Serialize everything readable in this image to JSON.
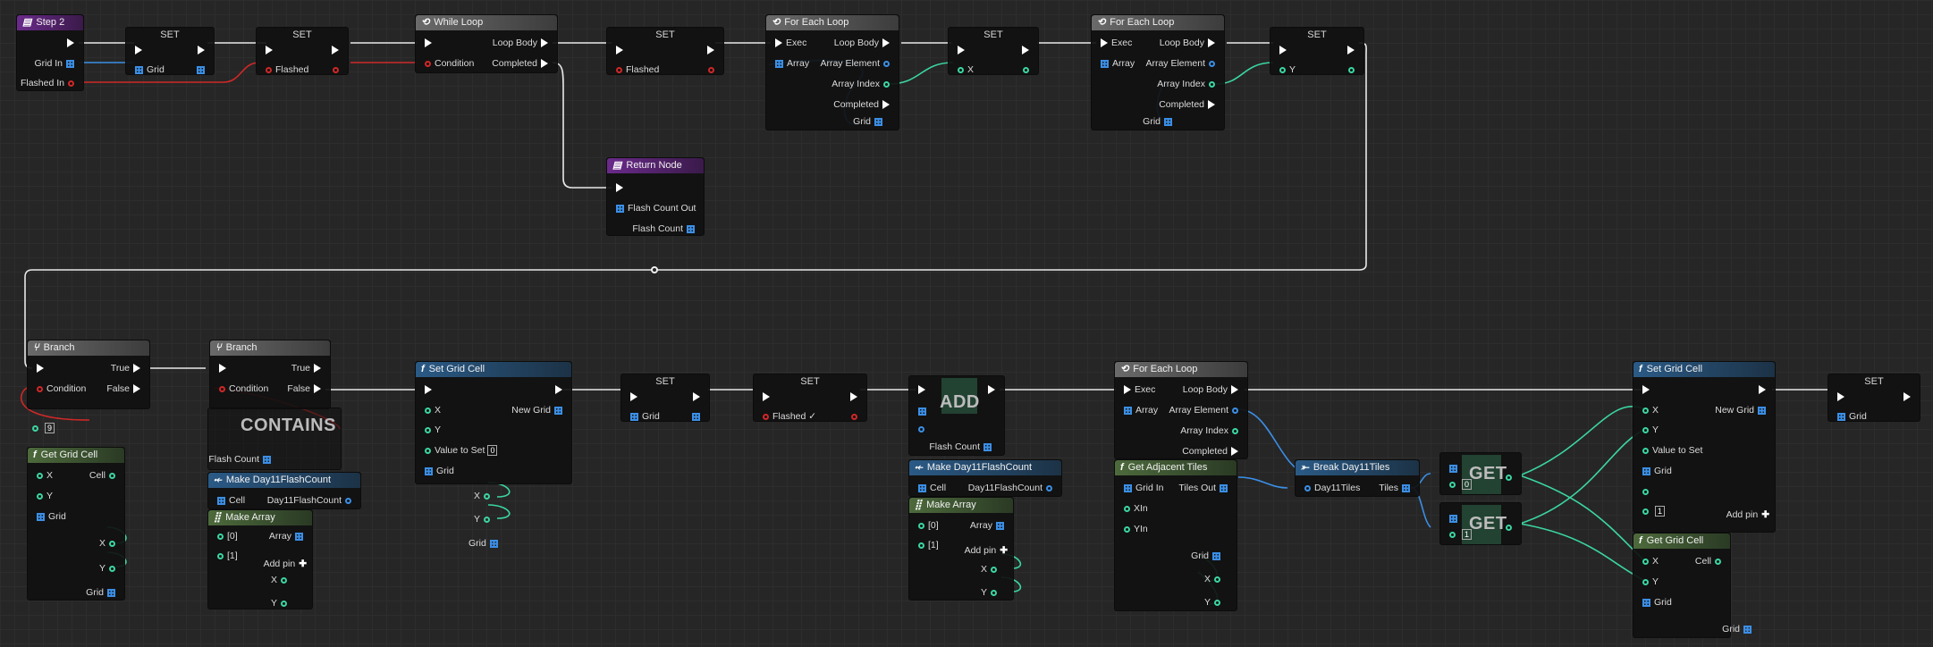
{
  "colors": {
    "exec": "#ffffff",
    "int": "#3bd6a3",
    "bool": "#d02828",
    "struct": "#3b8fe6",
    "bg": "#262626"
  },
  "nodes": {
    "step2": {
      "title": "Step 2",
      "pins": {
        "grid_in": "Grid In",
        "flashed_in": "Flashed In"
      }
    },
    "set_grid_top": {
      "title": "SET",
      "pin": "Grid"
    },
    "set_flashed_top": {
      "title": "SET",
      "pin": "Flashed"
    },
    "while_loop": {
      "title": "While Loop",
      "loop_body": "Loop Body",
      "condition": "Condition",
      "completed": "Completed"
    },
    "set_flashed_2": {
      "title": "SET",
      "pin": "Flashed"
    },
    "foreach_1": {
      "title": "For Each Loop",
      "exec": "Exec",
      "loop_body": "Loop Body",
      "array": "Array",
      "array_element": "Array Element",
      "array_index": "Array Index",
      "completed": "Completed",
      "grid": "Grid"
    },
    "set_x": {
      "title": "SET",
      "pin": "X"
    },
    "foreach_2": {
      "title": "For Each Loop",
      "exec": "Exec",
      "loop_body": "Loop Body",
      "array": "Array",
      "array_element": "Array Element",
      "array_index": "Array Index",
      "completed": "Completed",
      "grid": "Grid"
    },
    "set_y": {
      "title": "SET",
      "pin": "Y"
    },
    "return_node": {
      "title": "Return Node",
      "flash_count_out": "Flash Count Out",
      "flash_count": "Flash Count"
    },
    "branch_1": {
      "title": "Branch",
      "true_label": "True",
      "condition": "Condition",
      "false_label": "False",
      "literal": "9"
    },
    "get_grid_cell_1": {
      "title": "Get Grid Cell",
      "x": "X",
      "cell": "Cell",
      "y": "Y",
      "grid": "Grid",
      "px": "X",
      "py": "Y",
      "pgrid": "Grid"
    },
    "branch_2": {
      "title": "Branch",
      "true_label": "True",
      "condition": "Condition",
      "false_label": "False",
      "contains": "CONTAINS",
      "flash_count": "Flash Count"
    },
    "make_flashcount_1": {
      "title": "Make Day11FlashCount",
      "cell": "Cell",
      "out": "Day11FlashCount"
    },
    "make_array_1": {
      "title": "Make Array",
      "i0": "[0]",
      "array": "Array",
      "i1": "[1]",
      "add_pin": "Add pin",
      "x": "X",
      "y": "Y"
    },
    "set_grid_cell_1": {
      "title": "Set Grid Cell",
      "x": "X",
      "new_grid": "New Grid",
      "y": "Y",
      "value_to_set": "Value to Set",
      "value": "0",
      "grid": "Grid",
      "px": "X",
      "py": "Y",
      "pgrid": "Grid"
    },
    "set_grid_mid": {
      "title": "SET",
      "pin": "Grid"
    },
    "set_flashed_mid": {
      "title": "SET",
      "pin": "Flashed",
      "check": "✓"
    },
    "add_node": {
      "op": "ADD",
      "flash_count": "Flash Count"
    },
    "make_flashcount_2": {
      "title": "Make Day11FlashCount",
      "cell": "Cell",
      "out": "Day11FlashCount"
    },
    "make_array_2": {
      "title": "Make Array",
      "i0": "[0]",
      "array": "Array",
      "i1": "[1]",
      "add_pin": "Add pin",
      "x": "X",
      "y": "Y"
    },
    "foreach_3": {
      "title": "For Each Loop",
      "exec": "Exec",
      "loop_body": "Loop Body",
      "array": "Array",
      "array_element": "Array Element",
      "array_index": "Array Index",
      "completed": "Completed"
    },
    "get_adjacent": {
      "title": "Get Adjacent Tiles",
      "grid_in": "Grid In",
      "tiles_out": "Tiles Out",
      "xin": "XIn",
      "yin": "YIn",
      "grid": "Grid",
      "x": "X",
      "y": "Y"
    },
    "break_tiles": {
      "title": "Break Day11Tiles",
      "input": "Day11Tiles",
      "tiles": "Tiles"
    },
    "get_0": {
      "op": "GET",
      "index": "0"
    },
    "get_1": {
      "op": "GET",
      "index": "1"
    },
    "set_grid_cell_2": {
      "title": "Set Grid Cell",
      "x": "X",
      "new_grid": "New Grid",
      "y": "Y",
      "value_to_set": "Value to Set",
      "grid": "Grid",
      "add_pin": "Add pin",
      "literal": "1"
    },
    "get_grid_cell_2": {
      "title": "Get Grid Cell",
      "x": "X",
      "cell": "Cell",
      "y": "Y",
      "grid": "Grid",
      "pgrid": "Grid"
    },
    "set_grid_end": {
      "title": "SET",
      "pin": "Grid"
    }
  }
}
